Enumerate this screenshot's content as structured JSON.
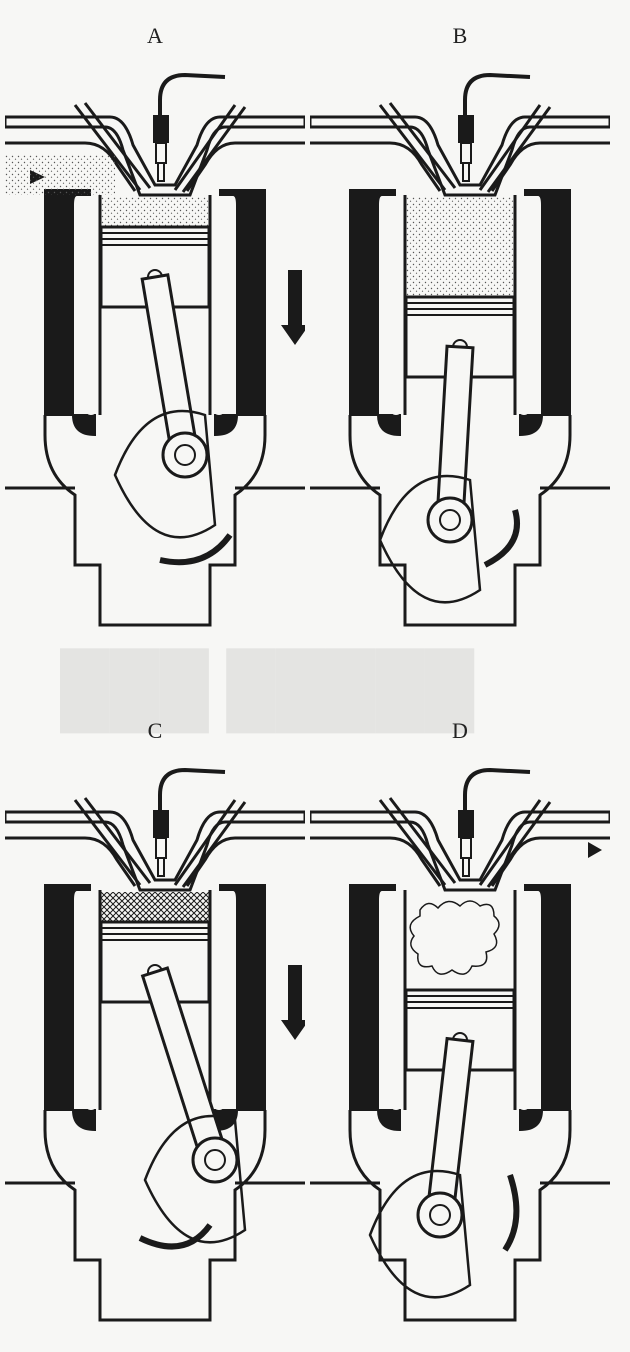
{
  "panels": [
    {
      "id": "A",
      "label": "A",
      "stroke": "intake"
    },
    {
      "id": "B",
      "label": "B",
      "stroke": "compression"
    },
    {
      "id": "C",
      "label": "C",
      "stroke": "power"
    },
    {
      "id": "D",
      "label": "D",
      "stroke": "exhaust"
    }
  ],
  "colors": {
    "ink": "#1a1a1a",
    "paper": "#f7f7f5",
    "stipple": "#555555"
  }
}
